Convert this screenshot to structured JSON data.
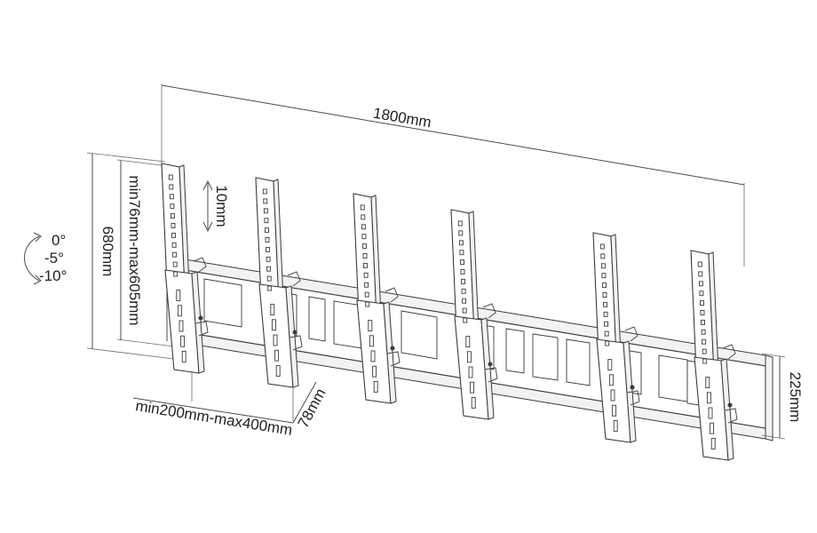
{
  "dimensions": {
    "total_width": "1800mm",
    "arm_adjust": "min76mm-max605mm",
    "height": "680mm",
    "tilt_step": "10mm",
    "arm_spacing": "min200mm-max400mm",
    "depth": "78mm",
    "rail_height": "225mm"
  },
  "tilt_angles": [
    "0°",
    "-5°",
    "-10°"
  ],
  "arm_count": 6
}
